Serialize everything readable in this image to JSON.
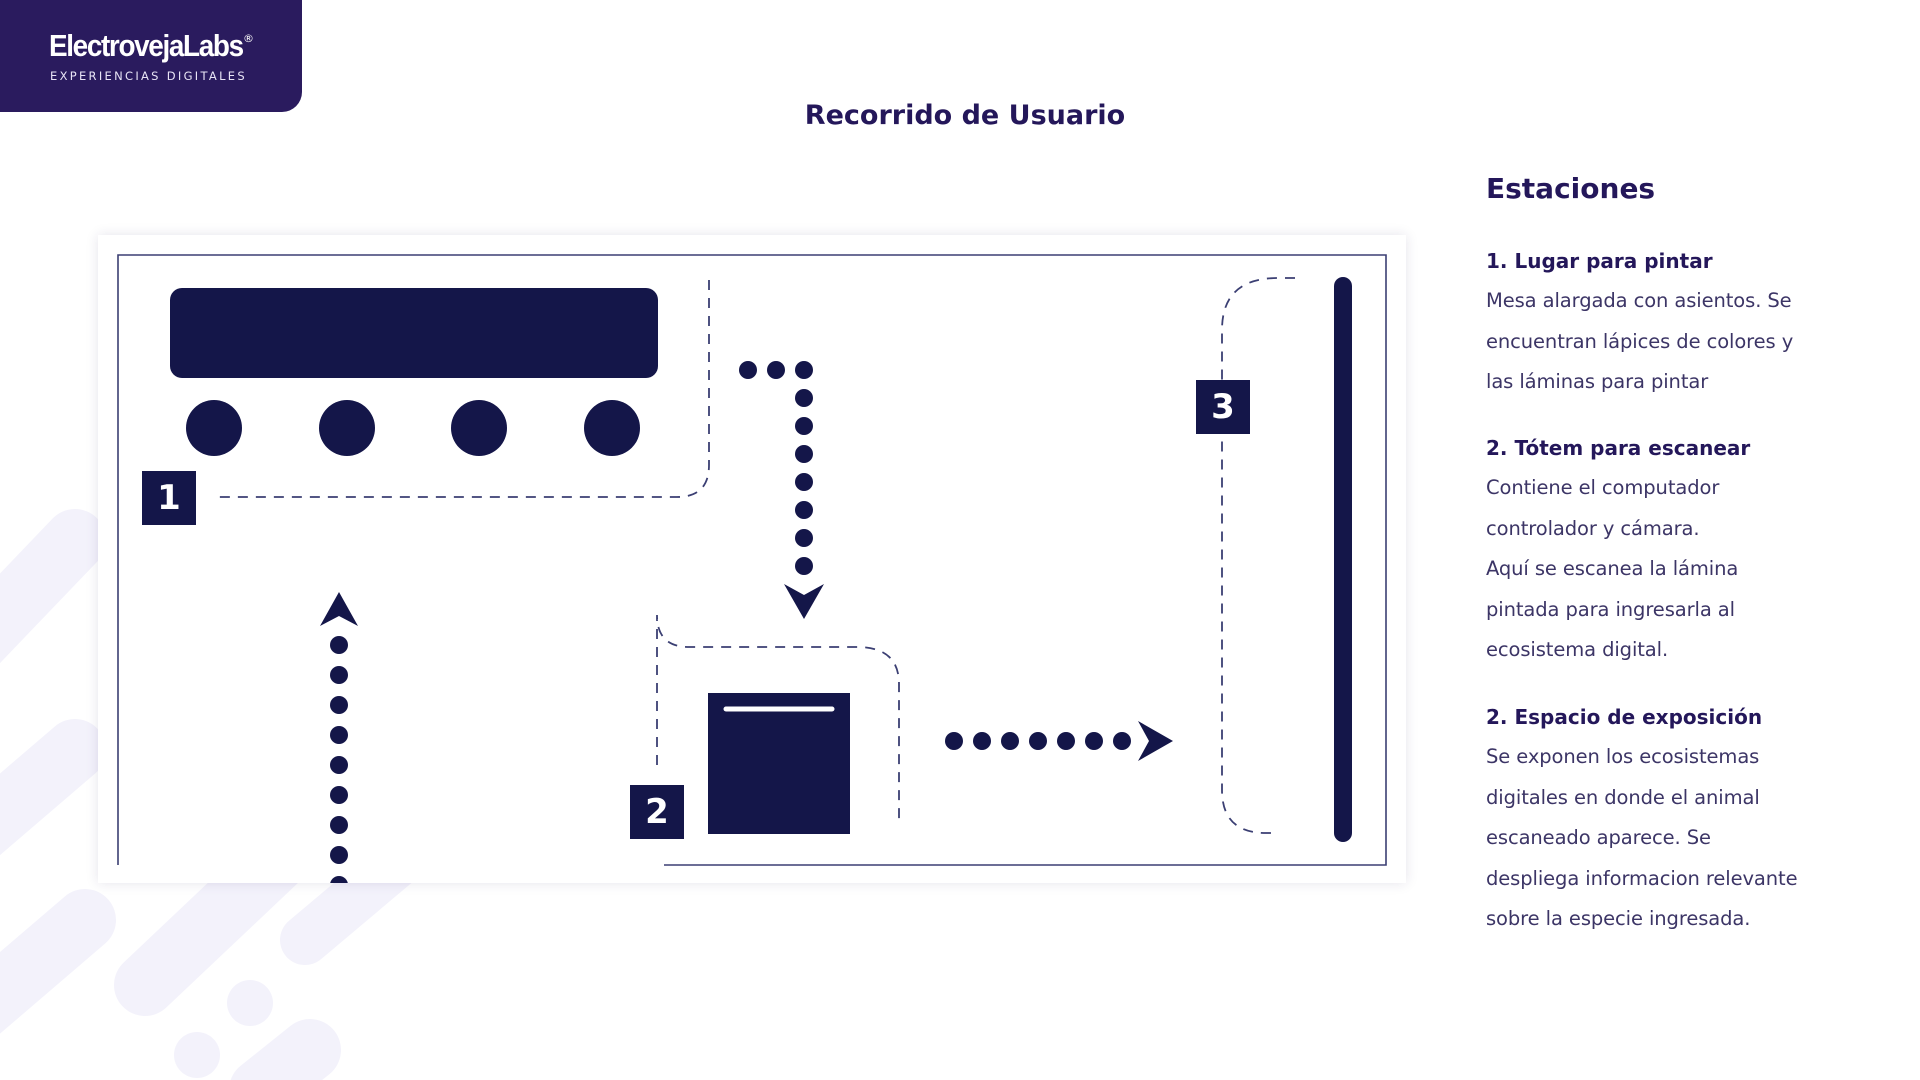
{
  "brand": {
    "name": "ElectrovejaLabs",
    "tagline": "EXPERIENCIAS DIGITALES",
    "registered": "®"
  },
  "page_title": "Recorrido de Usuario",
  "map": {
    "labels": [
      "1",
      "2",
      "3"
    ]
  },
  "stations_title": "Estaciones",
  "stations": [
    {
      "title": "1. Lugar para pintar",
      "lines": [
        "Mesa alargada con asientos. Se",
        "encuentran lápices de colores y",
        "las láminas para pintar"
      ]
    },
    {
      "title": "2. Tótem para escanear",
      "lines": [
        "Contiene el computador",
        "controlador y cámara.",
        "Aquí se escanea la lámina",
        "pintada para ingresarla al",
        "ecosistema digital."
      ]
    },
    {
      "title": "2. Espacio de exposición",
      "lines": [
        "Se exponen los ecosistemas",
        "digitales en donde el animal",
        "escaneado aparece. Se",
        "despliega informacion relevante",
        "sobre la especie ingresada."
      ]
    }
  ],
  "colors": {
    "navy": "#141649",
    "brand_purple": "#2a1b5e",
    "deco": "#f3f2fb",
    "text_dark": "#24175a",
    "text_body": "#3c3566"
  }
}
